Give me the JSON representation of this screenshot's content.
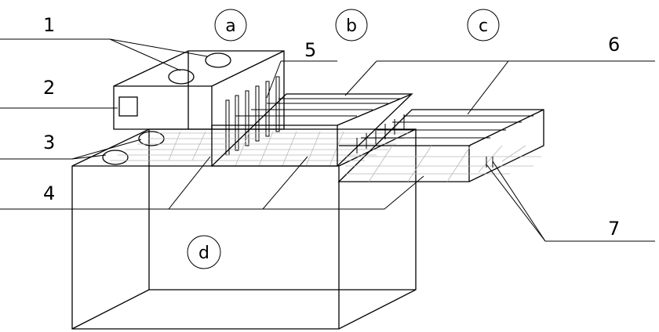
{
  "diagram": {
    "numeric_labels": [
      "1",
      "2",
      "3",
      "4",
      "5",
      "6",
      "7"
    ],
    "circle_labels": [
      "a",
      "b",
      "c",
      "d"
    ]
  }
}
